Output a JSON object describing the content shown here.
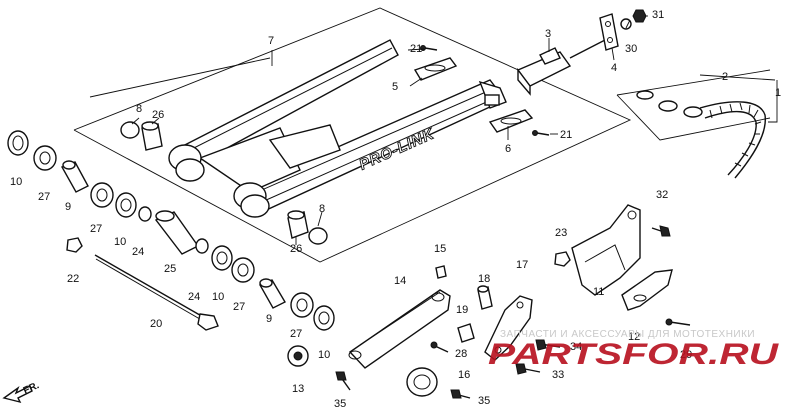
{
  "diagram": {
    "callouts": [
      {
        "key": "c1",
        "label": "1"
      },
      {
        "key": "c2",
        "label": "2"
      },
      {
        "key": "c3",
        "label": "3"
      },
      {
        "key": "c4",
        "label": "4"
      },
      {
        "key": "c5",
        "label": "5"
      },
      {
        "key": "c6",
        "label": "6"
      },
      {
        "key": "c7",
        "label": "7"
      },
      {
        "key": "c8a",
        "label": "8"
      },
      {
        "key": "c8b",
        "label": "8"
      },
      {
        "key": "c9a",
        "label": "9"
      },
      {
        "key": "c9b",
        "label": "9"
      },
      {
        "key": "c10a",
        "label": "10"
      },
      {
        "key": "c10b",
        "label": "10"
      },
      {
        "key": "c10c",
        "label": "10"
      },
      {
        "key": "c10d",
        "label": "10"
      },
      {
        "key": "c11",
        "label": "11"
      },
      {
        "key": "c12",
        "label": "12"
      },
      {
        "key": "c13",
        "label": "13"
      },
      {
        "key": "c14",
        "label": "14"
      },
      {
        "key": "c15",
        "label": "15"
      },
      {
        "key": "c16",
        "label": "16"
      },
      {
        "key": "c17",
        "label": "17"
      },
      {
        "key": "c18",
        "label": "18"
      },
      {
        "key": "c19",
        "label": "19"
      },
      {
        "key": "c20",
        "label": "20"
      },
      {
        "key": "c21a",
        "label": "21"
      },
      {
        "key": "c21b",
        "label": "21"
      },
      {
        "key": "c22",
        "label": "22"
      },
      {
        "key": "c23",
        "label": "23"
      },
      {
        "key": "c24a",
        "label": "24"
      },
      {
        "key": "c24b",
        "label": "24"
      },
      {
        "key": "c25",
        "label": "25"
      },
      {
        "key": "c26a",
        "label": "26"
      },
      {
        "key": "c26b",
        "label": "26"
      },
      {
        "key": "c27a",
        "label": "27"
      },
      {
        "key": "c27b",
        "label": "27"
      },
      {
        "key": "c27c",
        "label": "27"
      },
      {
        "key": "c27d",
        "label": "27"
      },
      {
        "key": "c28",
        "label": "28"
      },
      {
        "key": "c29",
        "label": "29"
      },
      {
        "key": "c30",
        "label": "30"
      },
      {
        "key": "c31",
        "label": "31"
      },
      {
        "key": "c32",
        "label": "32"
      },
      {
        "key": "c33",
        "label": "33"
      },
      {
        "key": "c34",
        "label": "34"
      },
      {
        "key": "c35a",
        "label": "35"
      },
      {
        "key": "c35b",
        "label": "35"
      }
    ],
    "swingarm_text": "PRO-LINK",
    "direction_label": "FR.",
    "watermark_caption": "ЗАПЧАСТИ И АКСЕССУАРЫ ДЛЯ МОТОТЕХНИКИ",
    "watermark_logo": "PARTSFOR.RU"
  }
}
